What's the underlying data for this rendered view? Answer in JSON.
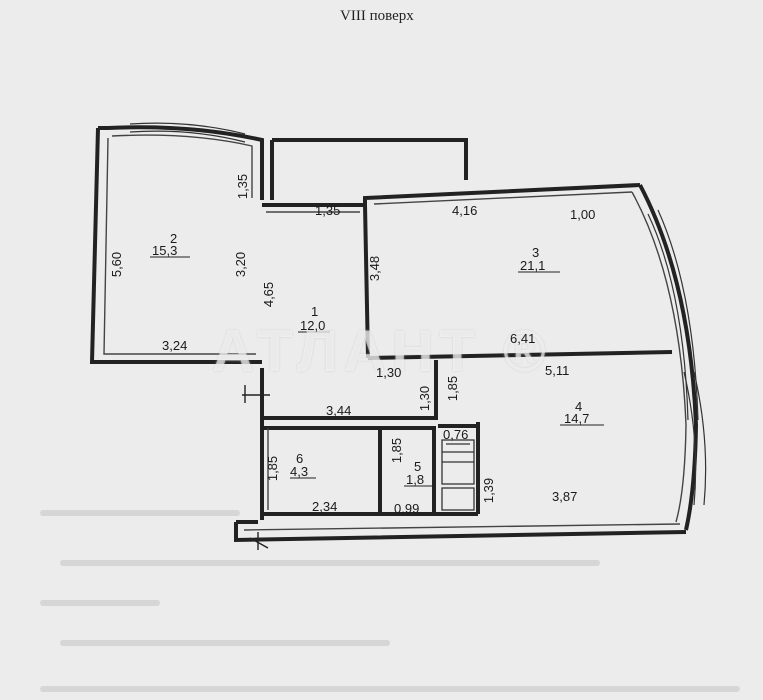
{
  "plan": {
    "title": "VIII поверх",
    "watermark": "АТЛАНТ ®",
    "rooms": [
      {
        "number": "2",
        "area": "15,3"
      },
      {
        "number": "1",
        "area": "12,0"
      },
      {
        "number": "3",
        "area": "21,1"
      },
      {
        "number": "4",
        "area": "14,7"
      },
      {
        "number": "6",
        "area": "4,3"
      },
      {
        "number": "5",
        "area": "1,8"
      }
    ],
    "dimensions": {
      "d_5_60": "5,60",
      "d_3_20": "3,20",
      "d_1_35_v": "1,35",
      "d_3_24": "3,24",
      "d_1_35_h": "1,35",
      "d_4_65": "4,65",
      "d_3_48": "3,48",
      "d_4_16": "4,16",
      "d_1_00": "1,00",
      "d_6_41": "6,41",
      "d_1_30_h": "1,30",
      "d_1_30_v": "1,30",
      "d_1_85_a": "1,85",
      "d_5_11": "5,11",
      "d_3_44": "3,44",
      "d_1_85_b": "1,85",
      "d_1_85_c": "1,85",
      "d_0_76": "0,76",
      "d_1_39": "1,39",
      "d_2_34": "2,34",
      "d_0_99": "0,99",
      "d_3_87": "3,87"
    }
  }
}
